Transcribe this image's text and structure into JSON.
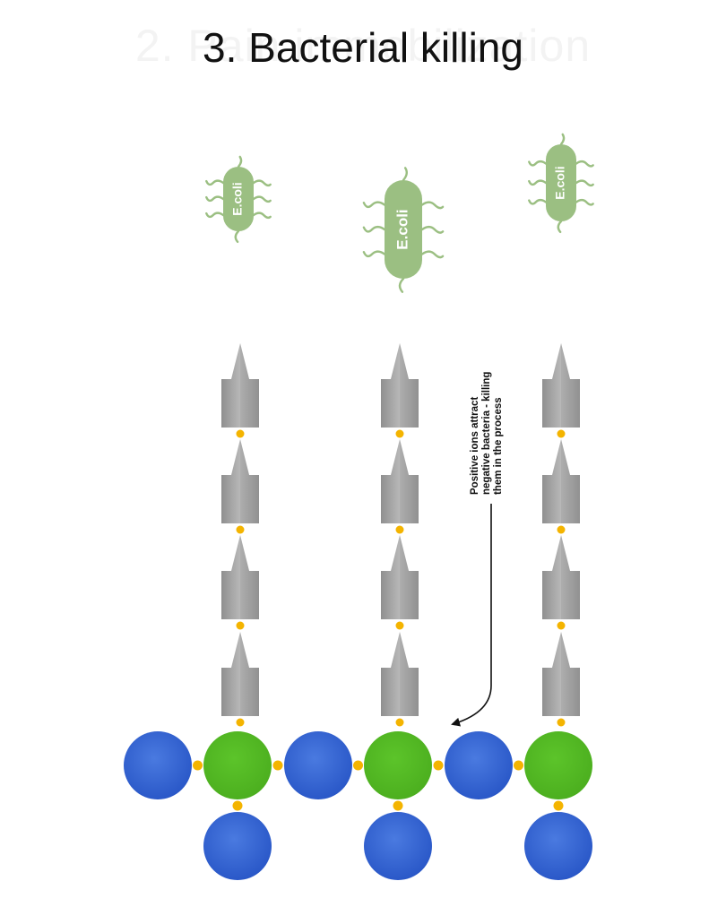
{
  "title": "3. Bacterial killing",
  "ghost_title": "2. Pain immobilization",
  "bacterium_label": "E.coli",
  "annotation": {
    "lines": [
      "Positive ions attract",
      "negative bacteria - killing",
      "them in the process"
    ]
  },
  "colors": {
    "bacterium": "#9bbf82",
    "bacterium_text": "#ffffff",
    "spike": "#a9a9a9",
    "linker": "#f4b400",
    "green_sphere": "#4caf1f",
    "blue_sphere": "#2a58c8",
    "background": "#ffffff"
  }
}
